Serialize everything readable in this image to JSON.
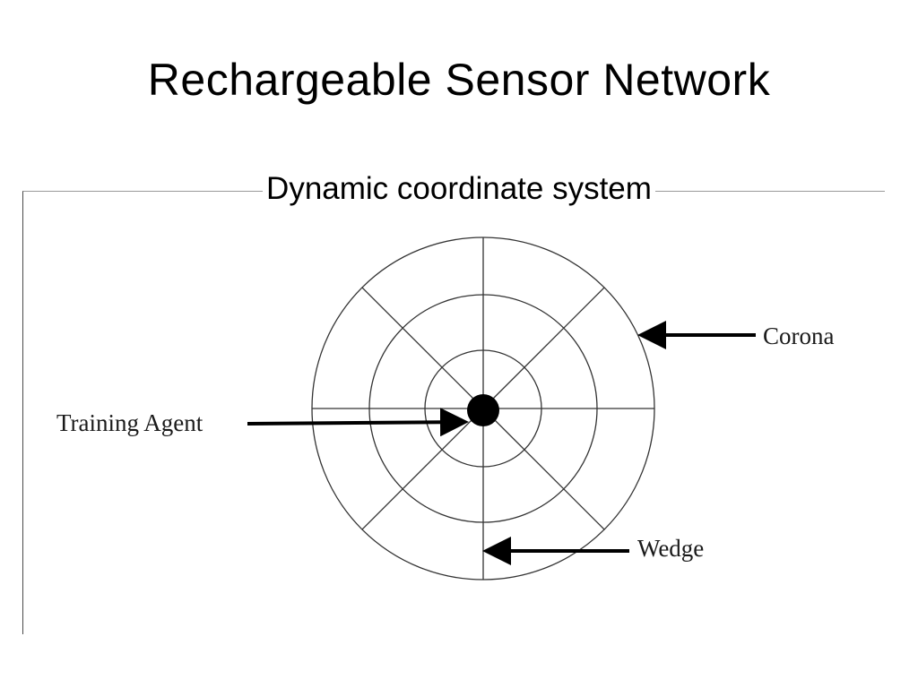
{
  "slide": {
    "title": "Rechargeable Sensor Network",
    "subtitle": "Dynamic coordinate system"
  },
  "diagram": {
    "labels": {
      "corona": "Corona",
      "training_agent": "Training Agent",
      "wedge": "Wedge"
    },
    "rings": 3,
    "wedges": 8
  },
  "colors": {
    "background": "#ffffff",
    "ink": "#000000",
    "frame": "#9a9a9a"
  }
}
